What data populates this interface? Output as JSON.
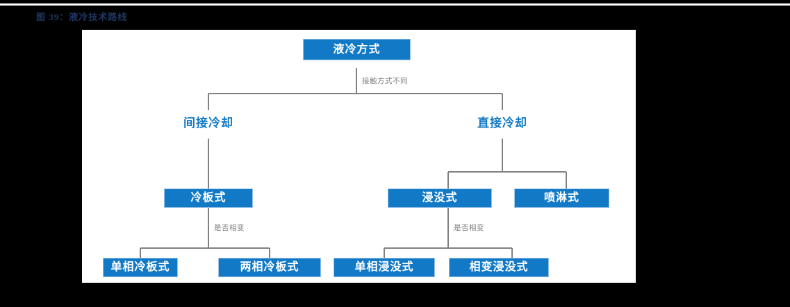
{
  "figure": {
    "caption": "图 39：液冷技术路线",
    "caption_color": "#1f3864"
  },
  "theme": {
    "node_fill": "#1279c6",
    "node_border": "#9dc3e6",
    "node_text": "#ffffff",
    "plain_node_text": "#1279c6",
    "edge_label_text": "#808080",
    "connector": "#808080",
    "canvas": "#ffffff",
    "page_background": "#000000"
  },
  "diagram": {
    "type": "tree",
    "nodes": {
      "root": {
        "label": "液冷方式",
        "style": "filled"
      },
      "indirect": {
        "label": "间接冷却",
        "style": "plain"
      },
      "direct": {
        "label": "直接冷却",
        "style": "plain"
      },
      "coldplate": {
        "label": "冷板式",
        "style": "filled"
      },
      "immersion": {
        "label": "浸没式",
        "style": "filled"
      },
      "spray": {
        "label": "喷淋式",
        "style": "filled"
      },
      "single_phase_coldplate": {
        "label": "单相冷板式",
        "style": "filled"
      },
      "two_phase_coldplate": {
        "label": "两相冷板式",
        "style": "filled"
      },
      "single_phase_immersion": {
        "label": "单相浸没式",
        "style": "filled"
      },
      "phase_change_immersion": {
        "label": "相变浸没式",
        "style": "filled"
      }
    },
    "edge_labels": {
      "root_split": "接触方式不同",
      "coldplate_split": "是否相变",
      "immersion_split": "是否相变"
    }
  }
}
